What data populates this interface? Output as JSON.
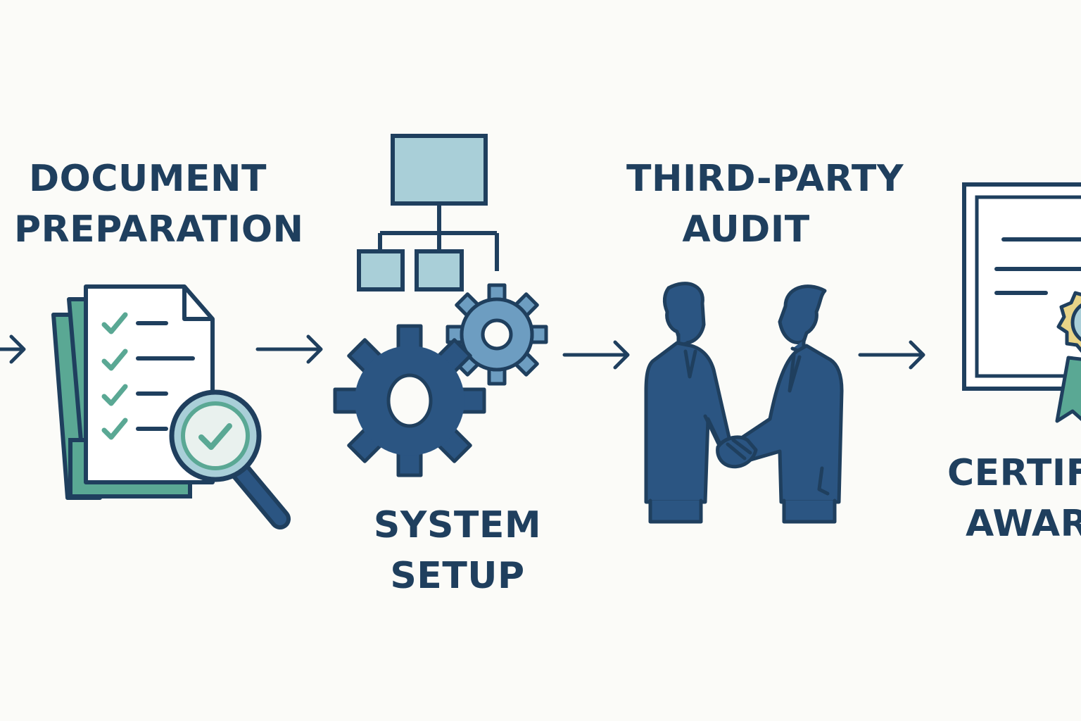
{
  "colors": {
    "background": "#fbfbf8",
    "outline": "#1f3f5e",
    "navy": "#2b5582",
    "steel_blue": "#6d9dc1",
    "light_blue": "#a9cfd8",
    "teal": "#5aa894",
    "gold": "#e8d488"
  },
  "steps": [
    {
      "label_line1": "DOCUMENT",
      "label_line2": "PREPARATION",
      "icon": "checklist-magnifier-icon"
    },
    {
      "label_line1": "SYSTEM",
      "label_line2": "SETUP",
      "icon": "org-chart-gears-icon"
    },
    {
      "label_line1": "THIRD-PARTY",
      "label_line2": "AUDIT",
      "icon": "handshake-icon"
    },
    {
      "label_line1": "CERTIFICATION",
      "label_line2": "AWARDED",
      "icon": "certificate-icon"
    }
  ],
  "connector_icon": "arrow-right-icon"
}
